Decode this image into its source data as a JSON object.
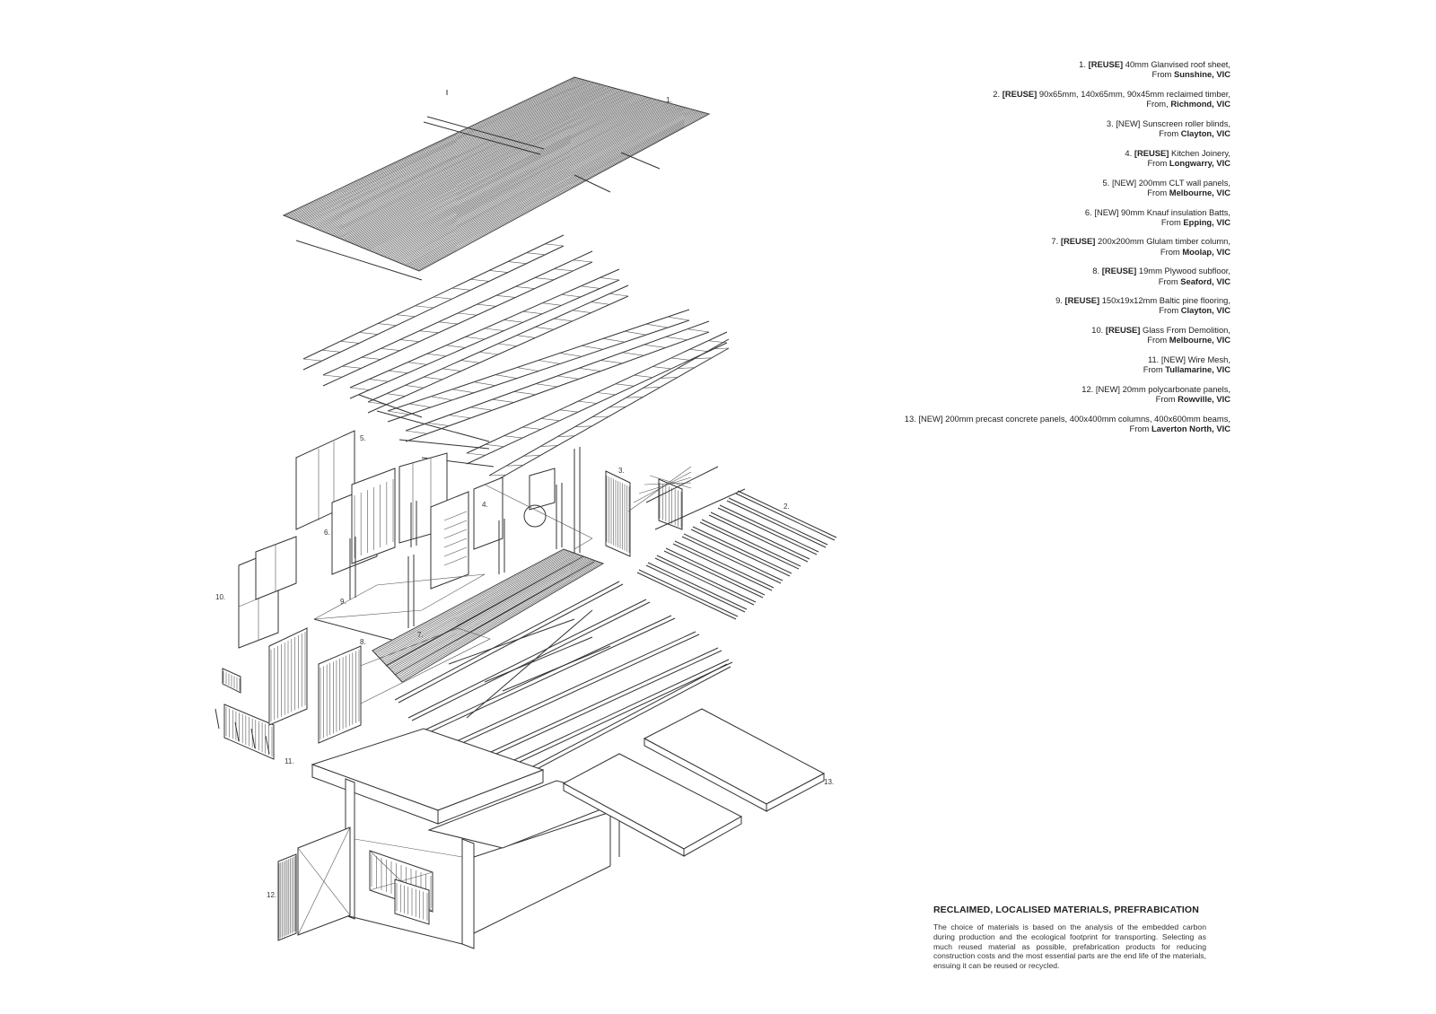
{
  "callouts": [
    "1.",
    "2.",
    "3.",
    "4.",
    "5.",
    "6.",
    "7.",
    "8.",
    "9.",
    "10.",
    "11.",
    "12.",
    "13."
  ],
  "legend": [
    {
      "num": "1.",
      "tag": "[REUSE]",
      "tag_bold": true,
      "desc": "40mm Glanvised roof sheet,",
      "from_prefix": "From",
      "place": "Sunshine, VIC"
    },
    {
      "num": "2.",
      "tag": "[REUSE]",
      "tag_bold": true,
      "desc": "90x65mm, 140x65mm, 90x45mm reclaimed timber,",
      "from_prefix": "From,",
      "place": "Richmond, VIC"
    },
    {
      "num": "3.",
      "tag": "[NEW]",
      "tag_bold": false,
      "desc": "Sunscreen roller blinds,",
      "from_prefix": "From",
      "place": "Clayton, VIC"
    },
    {
      "num": "4.",
      "tag": "[REUSE]",
      "tag_bold": true,
      "desc": "Kitchen Joinery,",
      "from_prefix": "From",
      "place": "Longwarry, VIC"
    },
    {
      "num": "5.",
      "tag": "[NEW]",
      "tag_bold": false,
      "desc": "200mm CLT wall panels,",
      "from_prefix": "From",
      "place": "Melbourne, VIC"
    },
    {
      "num": "6.",
      "tag": "[NEW]",
      "tag_bold": false,
      "desc": "90mm Knauf insulation Batts,",
      "from_prefix": "From",
      "place": "Epping, VIC"
    },
    {
      "num": "7.",
      "tag": "[REUSE]",
      "tag_bold": true,
      "desc": "200x200mm Glulam timber column,",
      "from_prefix": "From",
      "place": "Moolap, VIC"
    },
    {
      "num": "8.",
      "tag": "[REUSE]",
      "tag_bold": true,
      "desc": "19mm Plywood subfloor,",
      "from_prefix": "From",
      "place": "Seaford, VIC"
    },
    {
      "num": "9.",
      "tag": "[REUSE]",
      "tag_bold": true,
      "desc": "150x19x12mm Baltic pine flooring,",
      "from_prefix": "From",
      "place": "Clayton, VIC"
    },
    {
      "num": "10.",
      "tag": "[REUSE]",
      "tag_bold": true,
      "desc": "Glass From Demolition,",
      "from_prefix": "From",
      "place": "Melbourne, VIC"
    },
    {
      "num": "11.",
      "tag": "[NEW]",
      "tag_bold": false,
      "desc": "Wire Mesh,",
      "from_prefix": "From",
      "place": "Tullamarine, VIC"
    },
    {
      "num": "12.",
      "tag": "[NEW]",
      "tag_bold": false,
      "desc": "20mm polycarbonate panels,",
      "from_prefix": "From",
      "place": "Rowville, VIC"
    },
    {
      "num": "13.",
      "tag": "[NEW]",
      "tag_bold": false,
      "desc": "200mm precast concrete panels, 400x400mm columns, 400x600mm beams,",
      "from_prefix": "From",
      "place": "Laverton North, VIC"
    }
  ],
  "note": {
    "title": "RECLAIMED, LOCALISED MATERIALS, PREFRABICATION",
    "body": "The choice of materials is based on the analysis of the embedded carbon during production and the ecological footprint for transporting. Selecting as much reused material as possible, prefabrication products for reducing construction costs and the most essential parts are the end life of the materials, ensuing it can be reused or recycled."
  }
}
